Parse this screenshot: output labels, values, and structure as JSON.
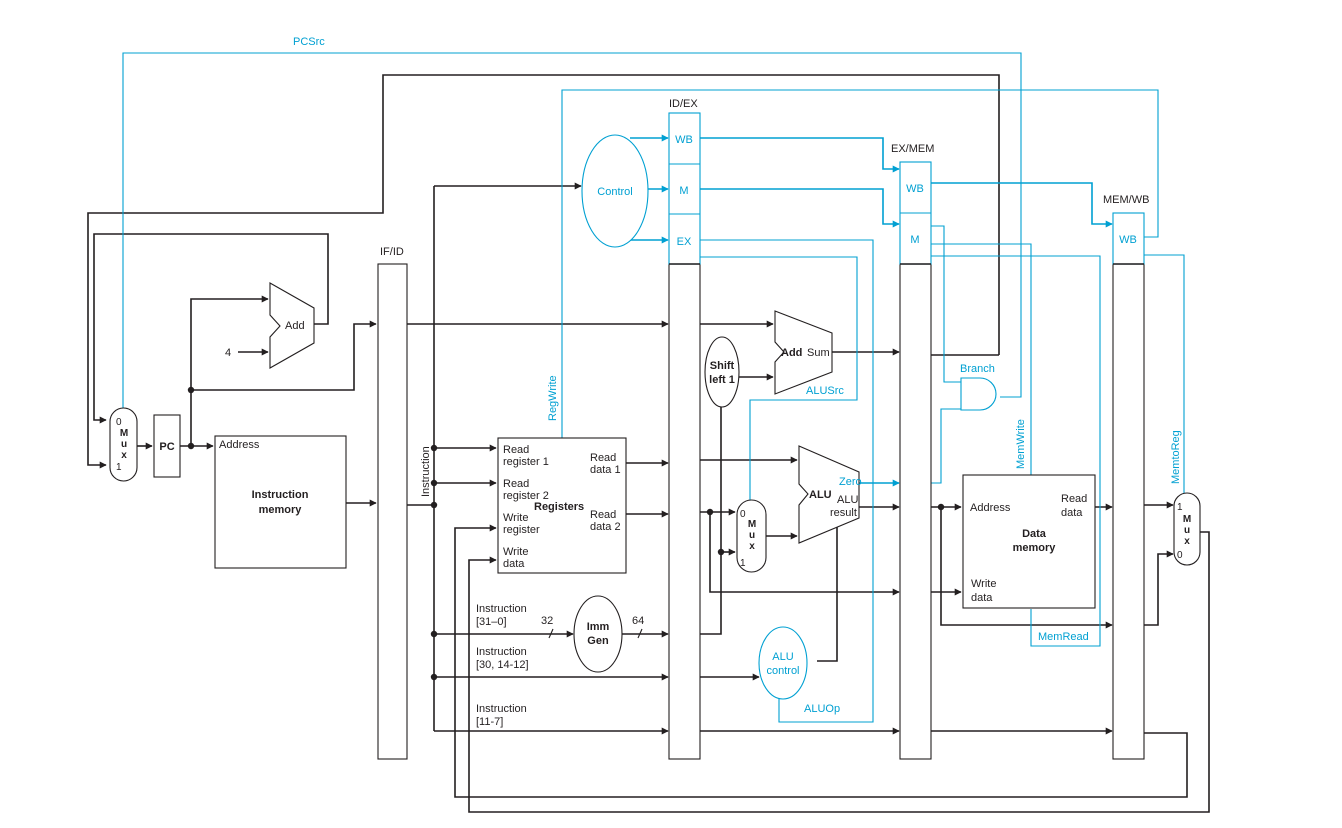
{
  "pipeline_registers": {
    "if_id": "IF/ID",
    "id_ex": "ID/EX",
    "ex_mem": "EX/MEM",
    "mem_wb": "MEM/WB",
    "wb": "WB",
    "m": "M",
    "ex": "EX"
  },
  "units": {
    "pc": "PC",
    "add": "Add",
    "four": "4",
    "mux": "M u x",
    "zero": "0",
    "one": "1",
    "address": "Address",
    "instruction_memory": [
      "Instruction",
      "memory"
    ],
    "instruction": "Instruction",
    "control": "Control",
    "registers": "Registers",
    "read_register_1": [
      "Read",
      "register 1"
    ],
    "read_register_2": [
      "Read",
      "register 2"
    ],
    "write_register": [
      "Write",
      "register"
    ],
    "write_data": [
      "Write",
      "data"
    ],
    "read_data_1": [
      "Read",
      "data 1"
    ],
    "read_data_2": [
      "Read",
      "data 2"
    ],
    "imm_gen": [
      "Imm",
      "Gen"
    ],
    "bits_32": "32",
    "bits_64": "64",
    "shift_left_1": [
      "Shift",
      "left 1"
    ],
    "sum": "Sum",
    "alu": "ALU",
    "alu_result": [
      "ALU",
      "result"
    ],
    "alu_control": [
      "ALU",
      "control"
    ],
    "data_memory": [
      "Data",
      "memory"
    ],
    "read_data": [
      "Read",
      "data"
    ],
    "instruction_31_0": [
      "Instruction",
      "[31–0]"
    ],
    "instruction_30_14_12": [
      "Instruction",
      "[30, 14-12]"
    ],
    "instruction_11_7": [
      "Instruction",
      "[11-7]"
    ]
  },
  "signals": {
    "pcsrc": "PCSrc",
    "regwrite": "RegWrite",
    "alusrc": "ALUSrc",
    "zero": "Zero",
    "aluop": "ALUOp",
    "branch": "Branch",
    "memwrite": "MemWrite",
    "memread": "MemRead",
    "memtoreg": "MemtoReg"
  },
  "colors": {
    "datapath": "#231f20",
    "control": "#00a0d2",
    "background": "#ffffff"
  }
}
